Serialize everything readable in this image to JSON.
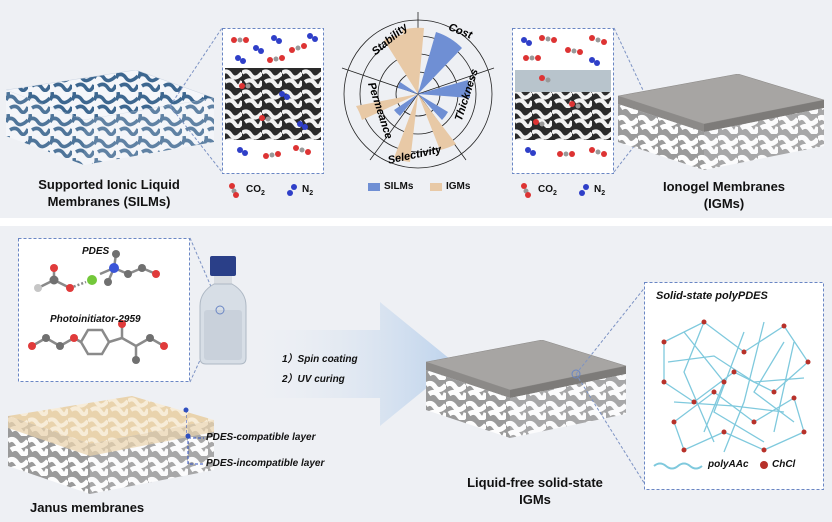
{
  "top": {
    "silm_title_line1": "Supported Ionic Liquid",
    "silm_title_line2": "Membranes (SILMs)",
    "igm_title_line1": "Ionogel Membranes",
    "igm_title_line2": "(IGMs)",
    "legend_co2": "CO",
    "legend_co2_sub": "2",
    "legend_n2": "N",
    "legend_n2_sub": "2",
    "radar": {
      "axes": [
        "Stability",
        "Cost",
        "Thickness",
        "Selectivity",
        "Permeance"
      ],
      "legend_silms": "SILMs",
      "legend_igms": "IGMs",
      "colors": {
        "silms": "#6f8fd4",
        "igms": "#e8c9a6"
      }
    }
  },
  "bottom": {
    "pdes_label": "PDES",
    "photoinitiator_label": "Photoinitiator-2959",
    "step1": "1）Spin coating",
    "step2": "2）UV curing",
    "compatible_label": "PDES-compatible layer",
    "incompatible_label": "PDES-incompatible layer",
    "janus_title": "Janus membranes",
    "result_title_line1": "Liquid-free solid-state",
    "result_title_line2": "IGMs",
    "polypdes_title": "Solid-state polyPDES",
    "legend_polyaac": "polyAAc",
    "legend_chcl": "ChCl"
  }
}
